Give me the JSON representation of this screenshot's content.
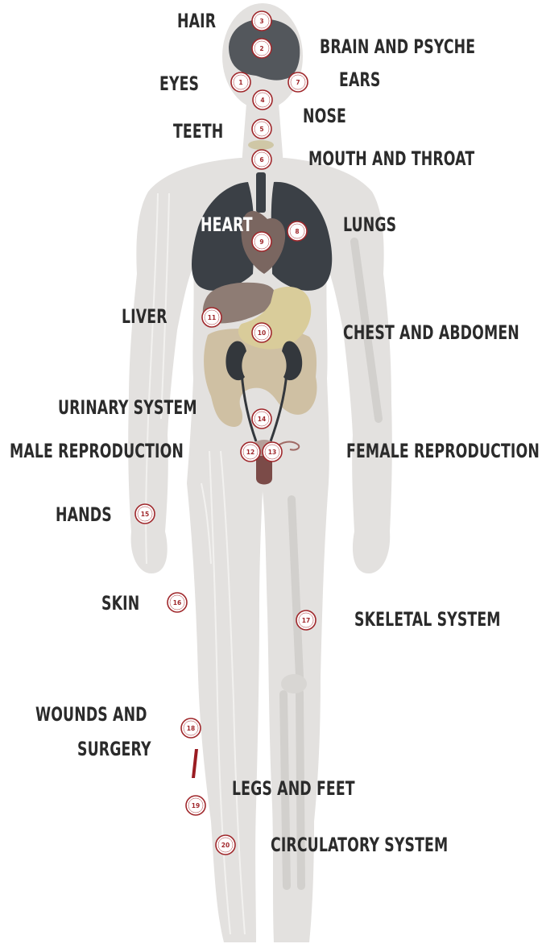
{
  "labels": {
    "hair": "HAIR",
    "brain": "BRAIN AND PSYCHE",
    "eyes": "EYES",
    "ears": "EARS",
    "nose": "NOSE",
    "teeth": "TEETH",
    "mouth": "MOUTH AND THROAT",
    "heart": "HEART",
    "lungs": "LUNGS",
    "liver": "LIVER",
    "chest": "CHEST AND ABDOMEN",
    "urinary": "URINARY SYSTEM",
    "male": "MALE REPRODUCTION",
    "female": "FEMALE REPRODUCTION",
    "hands": "HANDS",
    "skin": "SKIN",
    "skeletal": "SKELETAL SYSTEM",
    "wounds_1": "WOUNDS AND",
    "wounds_2": "SURGERY",
    "legs": "LEGS AND FEET",
    "circulatory": "CIRCULATORY SYSTEM"
  },
  "markers": [
    {
      "id": "eyes",
      "number": "1"
    },
    {
      "id": "brain",
      "number": "2"
    },
    {
      "id": "hair",
      "number": "3"
    },
    {
      "id": "nose",
      "number": "4"
    },
    {
      "id": "teeth",
      "number": "5"
    },
    {
      "id": "mouth",
      "number": "6"
    },
    {
      "id": "ears",
      "number": "7"
    },
    {
      "id": "lungs",
      "number": "8"
    },
    {
      "id": "heart",
      "number": "9"
    },
    {
      "id": "chest",
      "number": "10"
    },
    {
      "id": "liver",
      "number": "11"
    },
    {
      "id": "male",
      "number": "12"
    },
    {
      "id": "female",
      "number": "13"
    },
    {
      "id": "urinary",
      "number": "14"
    },
    {
      "id": "hands",
      "number": "15"
    },
    {
      "id": "skin",
      "number": "16"
    },
    {
      "id": "skeletal",
      "number": "17"
    },
    {
      "id": "wounds",
      "number": "18"
    },
    {
      "id": "legs",
      "number": "19"
    },
    {
      "id": "circulatory",
      "number": "20"
    }
  ],
  "colors": {
    "marker_ring": "#a0282c",
    "label_text": "#2b2b2b",
    "body_fill": "#e3e1df",
    "lung_fill": "#3b4046",
    "liver_fill": "#8e7c74",
    "stomach_fill": "#d9cc9a",
    "intestine_fill": "#cfc0a3",
    "kidney_fill": "#33373c"
  }
}
